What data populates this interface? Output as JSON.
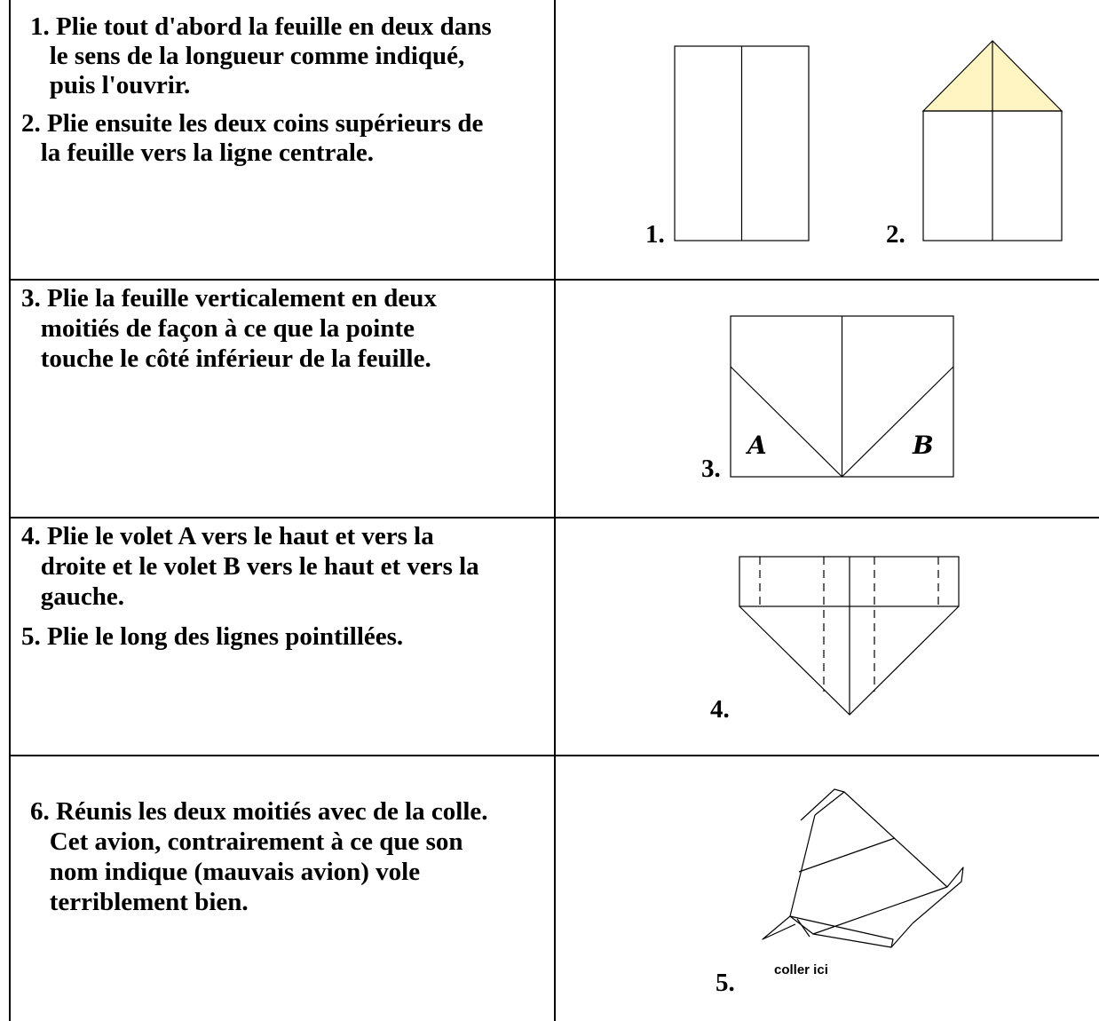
{
  "rows": [
    {
      "steps": [
        {
          "lines": [
            "1. Plie tout d'abord la feuille en deux dans",
            "   le sens de la longueur comme indiqué,",
            "   puis l'ouvrir."
          ]
        },
        {
          "lines": [
            "2. Plie ensuite les deux coins supérieurs de",
            "   la feuille vers la ligne centrale."
          ]
        }
      ],
      "figure_labels": [
        "1.",
        "2."
      ]
    },
    {
      "steps": [
        {
          "lines": [
            "3. Plie la feuille verticalement en deux",
            "   moitiés de façon à ce que la pointe",
            "   touche le côté inférieur de la feuille."
          ]
        }
      ],
      "figure_labels": [
        "3."
      ],
      "flap_labels": [
        "A",
        "B"
      ]
    },
    {
      "steps": [
        {
          "lines": [
            "4. Plie le volet A vers le haut et vers la",
            "   droite et le volet B vers le haut et vers la",
            "   gauche."
          ]
        },
        {
          "lines": [
            "5. Plie le long des lignes pointillées."
          ]
        }
      ],
      "figure_labels": [
        "4."
      ]
    },
    {
      "steps": [
        {
          "lines": [
            "6. Réunis les deux moitiés avec de la colle.",
            "   Cet avion, contrairement à ce que son",
            "   nom indique (mauvais avion) vole",
            "   terriblement bien."
          ]
        }
      ],
      "figure_labels": [
        "5."
      ],
      "glue_label": "coller ici"
    }
  ],
  "colors": {
    "fold_fill": "#fff5c2",
    "line": "#000000"
  }
}
